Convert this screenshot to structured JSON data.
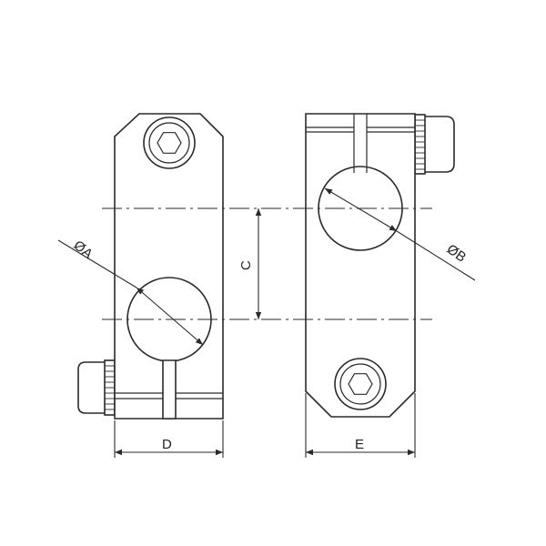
{
  "labels": {
    "dia_a": "ØA",
    "dia_b": "ØB",
    "dim_c": "C",
    "dim_d": "D",
    "dim_e": "E"
  },
  "colors": {
    "line": "#2a2a2a",
    "background": "#ffffff"
  },
  "icons": [
    "hex-socket-screw-icon",
    "knurled-screw-icon"
  ]
}
